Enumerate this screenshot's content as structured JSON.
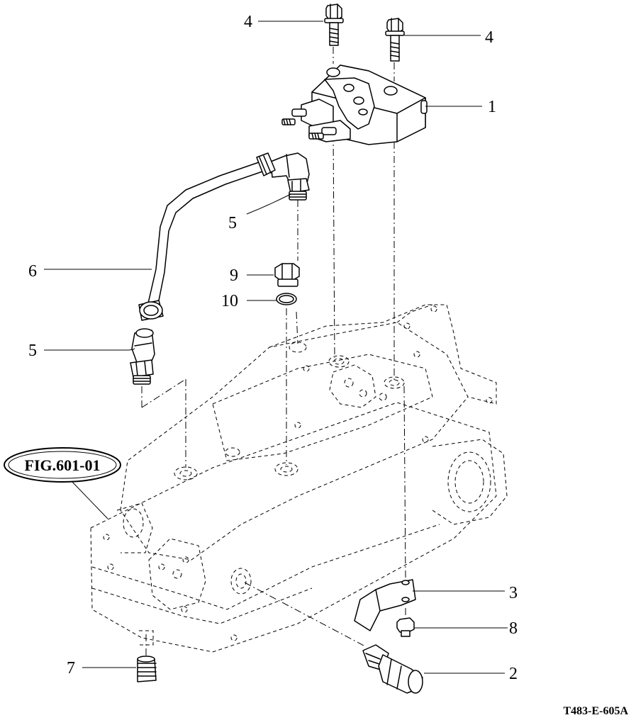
{
  "figure_reference": "FIG.601-01",
  "document_id": "T483-E-605A",
  "callouts": [
    {
      "part": "1",
      "label": "1"
    },
    {
      "part": "2",
      "label": "2"
    },
    {
      "part": "3",
      "label": "3"
    },
    {
      "part": "4a",
      "label": "4"
    },
    {
      "part": "4b",
      "label": "4"
    },
    {
      "part": "5a",
      "label": "5"
    },
    {
      "part": "5b",
      "label": "5"
    },
    {
      "part": "6",
      "label": "6"
    },
    {
      "part": "7",
      "label": "7"
    },
    {
      "part": "8",
      "label": "8"
    },
    {
      "part": "9",
      "label": "9"
    },
    {
      "part": "10",
      "label": "10"
    }
  ]
}
